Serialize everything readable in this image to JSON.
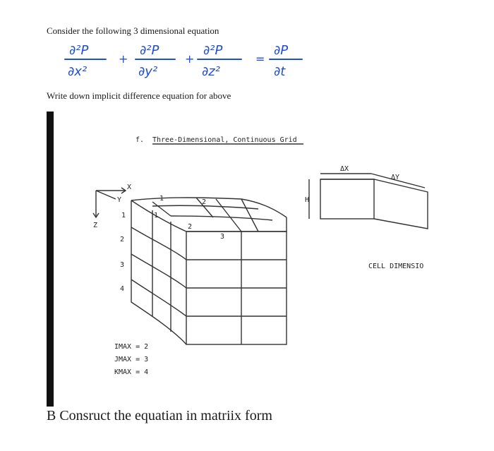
{
  "intro_text": "Consider the following 3 dimensional equation",
  "equation": {
    "terms": [
      {
        "numerator": "∂²P",
        "denominator": "∂x²"
      },
      {
        "numerator": "∂²P",
        "denominator": "∂y²"
      },
      {
        "numerator": "∂²P",
        "denominator": "∂z²"
      },
      {
        "numerator": "∂P",
        "denominator": "∂t"
      }
    ],
    "plus": "+",
    "equals": "="
  },
  "prompt_text": "Write down implicit difference equation for above",
  "figure": {
    "caption_number": "f.",
    "caption": "Three-Dimensional, Continuous Grid",
    "axis_x": "X",
    "axis_y": "Y",
    "axis_z": "Z",
    "i_labels": [
      "1",
      "2"
    ],
    "j_labels": [
      "1",
      "2",
      "3"
    ],
    "k_labels": [
      "1",
      "2",
      "3",
      "4"
    ],
    "imax": "IMAX  =  2",
    "jmax": "JMAX  =  3",
    "kmax": "KMAX  =  4",
    "dx_label": "ΔX",
    "dy_label": "ΔY",
    "h_label": "H",
    "cell_label": "CELL DIMENSIO"
  },
  "question_text": "B Consruct the equatian in matriix form"
}
